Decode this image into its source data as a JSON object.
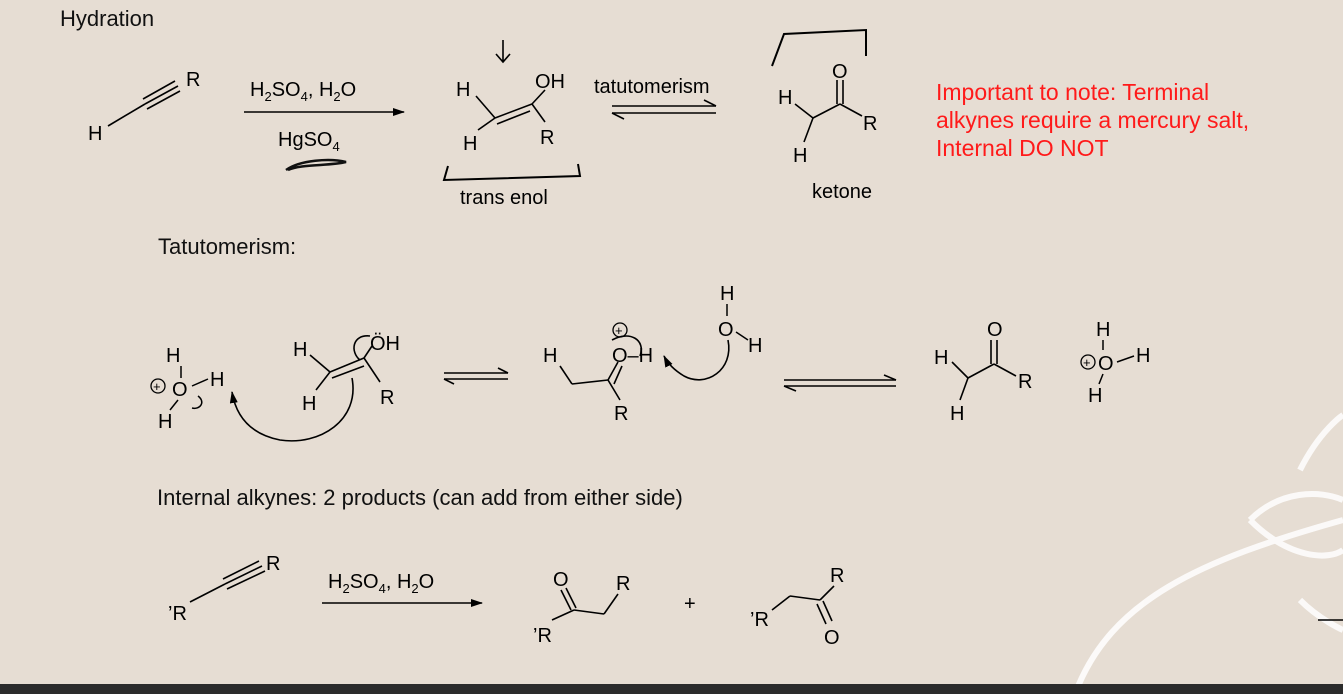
{
  "headings": {
    "hydration": "Hydration",
    "tautomerism": "Tatutomerism:",
    "internal": "Internal alkynes: 2 products (can add from either side)"
  },
  "note": {
    "line1": "Important to note: Terminal",
    "line2": "alkynes require a mercury salt,",
    "line3": "Internal DO NOT"
  },
  "reaction1": {
    "reagent_top_parts": [
      "H",
      "2",
      "SO",
      "4",
      ", H",
      "2",
      "O"
    ],
    "reagent_bottom_parts": [
      "HgSO",
      "4"
    ],
    "enol_label": "trans enol",
    "arrow_label": "tatutomerism",
    "ketone_label": "ketone",
    "atoms": {
      "R": "R",
      "H": "H",
      "OH": "OH",
      "O": "O"
    }
  },
  "mechanism": {
    "oh_lone": "ÖH",
    "oh_plus_h": "O–H",
    "charge": "+"
  },
  "reaction2": {
    "reagent_parts": [
      "H",
      "2",
      "SO",
      "4",
      ", H",
      "2",
      "O"
    ],
    "rprime": "’R",
    "plus": "+"
  },
  "colors": {
    "background": "#e6ddd3",
    "note": "#ff1a1a",
    "ink": "#000000",
    "bottom_bar": "#2b2b2b",
    "leaf": "#ffffff"
  }
}
